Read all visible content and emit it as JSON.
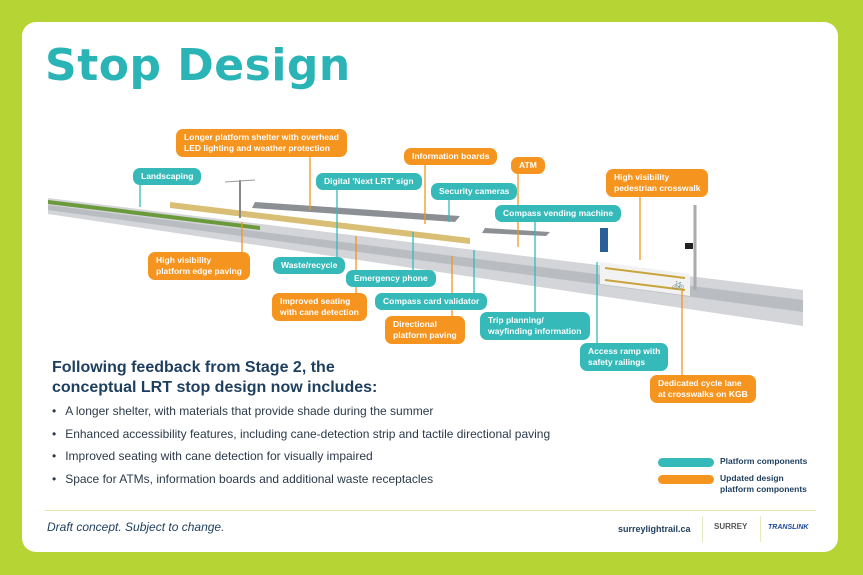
{
  "title": "Stop Design",
  "callouts": {
    "landscaping": "Landscaping",
    "shelter": [
      "Longer platform shelter with overhead",
      "LED lighting and weather protection"
    ],
    "info_boards": "Information boards",
    "atm": "ATM",
    "next_lrt": "Digital 'Next LRT' sign",
    "cameras": "Security cameras",
    "vending": "Compass vending machine",
    "crosswalk": [
      "High visibility",
      "pedestrian crosswalk"
    ],
    "edge_paving": [
      "High visibility",
      "platform edge paving"
    ],
    "waste": "Waste/recycle",
    "phone": "Emergency phone",
    "seating": [
      "Improved seating",
      "with cane detection"
    ],
    "validator": "Compass card validator",
    "directional": [
      "Directional",
      "platform paving"
    ],
    "trip": [
      "Trip planning/",
      "wayfinding information"
    ],
    "ramp": [
      "Access ramp with",
      "safety railings"
    ],
    "cycle": [
      "Dedicated cycle lane",
      "at crosswalks on KGB"
    ]
  },
  "heading": [
    "Following feedback from Stage 2, the",
    "conceptual LRT stop design now includes:"
  ],
  "bullets": [
    "A longer shelter, with materials that provide shade during the summer",
    "Enhanced accessibility features, including cane-detection strip and tactile directional paving",
    "Improved seating with cane detection for visually impaired",
    "Space for ATMs, information boards and additional waste receptacles"
  ],
  "legend": {
    "platform": "Platform components",
    "updated": [
      "Updated design",
      "platform components"
    ]
  },
  "colors": {
    "teal": "#35b9b9",
    "orange": "#f5941e",
    "background": "#b7d435",
    "navy": "#1d3e5e"
  },
  "footer": {
    "draft": "Draft concept. Subject to change.",
    "url": "surreylightrail.ca",
    "logo_surrey": "SURREY",
    "logo_translink": "TRANSLINK"
  }
}
